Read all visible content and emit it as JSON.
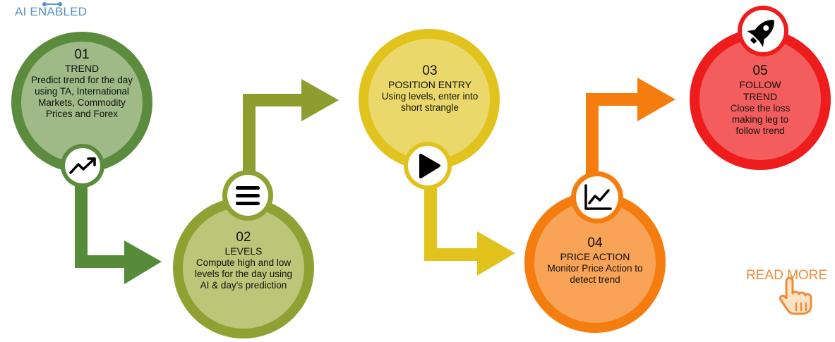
{
  "brand": {
    "label": "AI ENABLED"
  },
  "steps": [
    {
      "num": "01",
      "title": "TREND",
      "desc": "Predict trend for the day using TA, International Markets, Commodity Prices and Forex",
      "icon": "trending-up-icon",
      "color": "#5b8c3d"
    },
    {
      "num": "02",
      "title": "LEVELS",
      "desc": "Compute high and low levels for the day using AI & day's prediction",
      "icon": "menu-lines-icon",
      "color": "#8fa133"
    },
    {
      "num": "03",
      "title": "POSITION ENTRY",
      "desc": "Using levels, enter into short strangle",
      "icon": "play-icon",
      "color": "#e2c21d"
    },
    {
      "num": "04",
      "title": "PRICE ACTION",
      "desc": "Monitor Price Action to detect trend",
      "icon": "line-chart-icon",
      "color": "#f57d0f"
    },
    {
      "num": "05",
      "title": "FOLLOW TREND",
      "desc": "Close the loss making leg to follow trend",
      "icon": "rocket-icon",
      "color": "#ee1c1c"
    }
  ],
  "cta": {
    "label": "READ MORE",
    "icon": "hand-pointer-icon",
    "color": "#f08a3a"
  }
}
